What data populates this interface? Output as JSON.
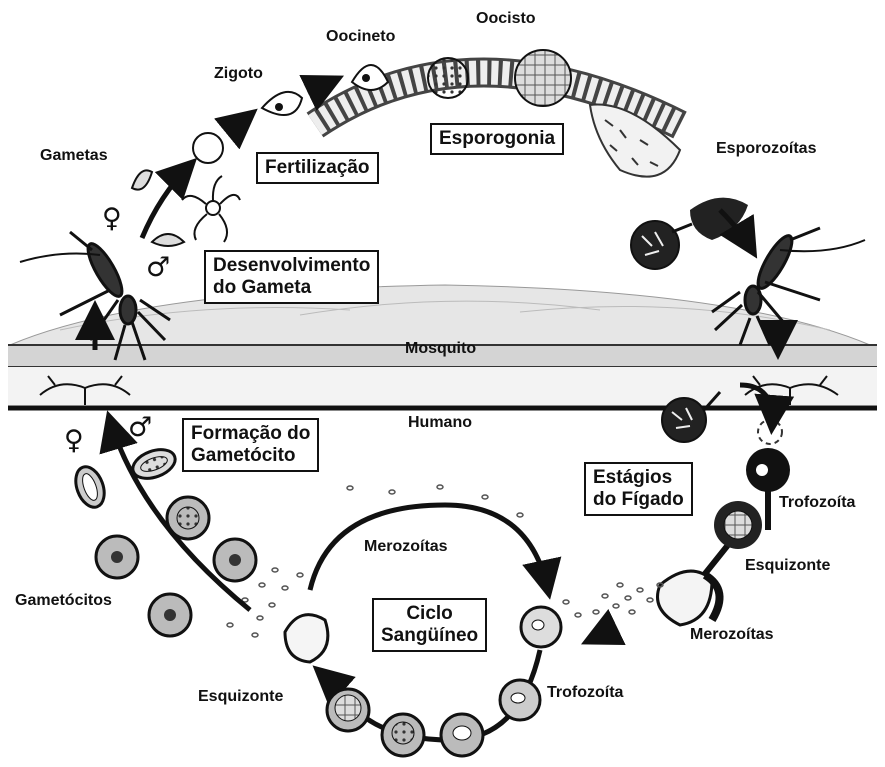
{
  "labels": {
    "oocisto": "Oocisto",
    "oocineto": "Oocineto",
    "zigoto": "Zigoto",
    "gametas": "Gametas",
    "esporozoitas": "Esporozoítas",
    "mosquito": "Mosquito",
    "humano": "Humano",
    "trofozoita_figado": "Trofozoíta",
    "esquizonte_figado": "Esquizonte",
    "merozoitas_figado": "Merozoítas",
    "merozoitas_ciclo": "Merozoítas",
    "trofozoita_ciclo": "Trofozoíta",
    "esquizonte_ciclo": "Esquizonte",
    "gametocitos": "Gametócitos"
  },
  "boxes": {
    "fertilizacao": "Fertilização",
    "esporogonia": "Esporogonia",
    "desenvolvimento_line1": "Desenvolvimento",
    "desenvolvimento_line2": "do Gameta",
    "formacao_line1": "Formação do",
    "formacao_line2": "Gametócito",
    "estagios_line1": "Estágios",
    "estagios_line2": "do Fígado",
    "ciclo_line1": "Ciclo",
    "ciclo_line2": "Sangüíneo"
  },
  "symbols": {
    "female_top": "♀",
    "male_top": "♂",
    "female_bottom": "♀",
    "male_bottom": "♂"
  }
}
